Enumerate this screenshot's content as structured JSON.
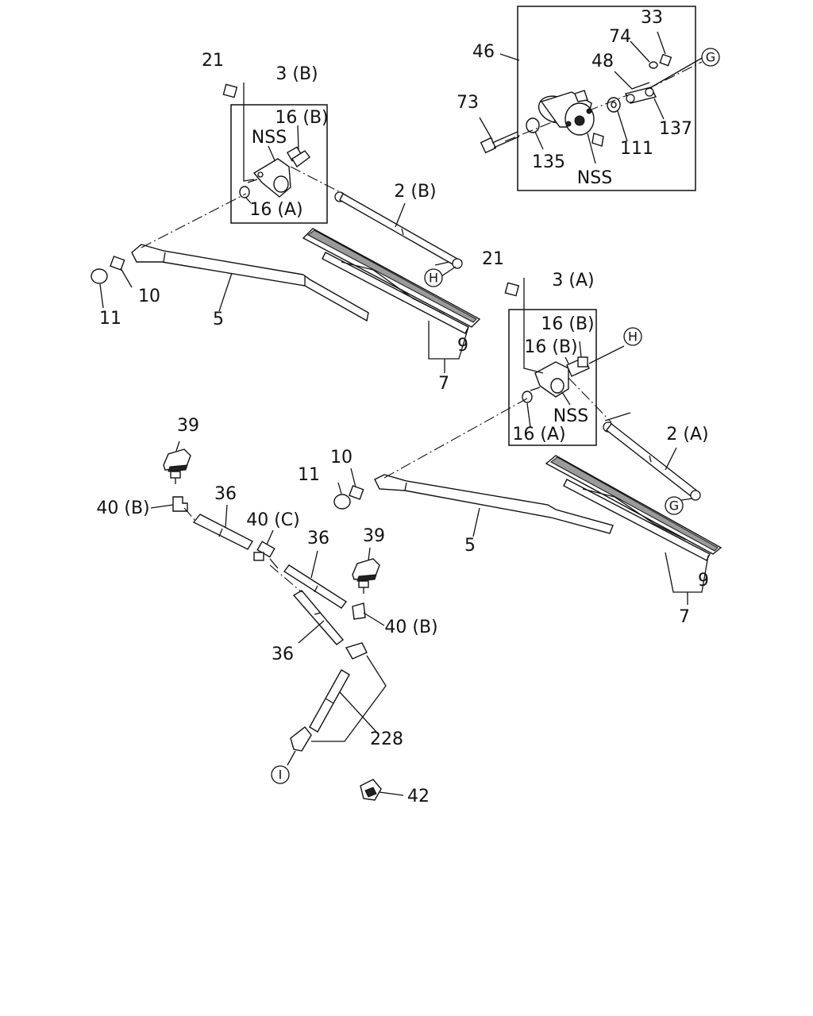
{
  "labels": [
    {
      "id": "l21a",
      "text": "21"
    },
    {
      "id": "l3b",
      "text": "3 (B)"
    },
    {
      "id": "l16b_top",
      "text": "16 (B)"
    },
    {
      "id": "lnss_top",
      "text": "NSS"
    },
    {
      "id": "l16a_top",
      "text": "16 (A)"
    },
    {
      "id": "l2b",
      "text": "2 (B)"
    },
    {
      "id": "l11a",
      "text": "11"
    },
    {
      "id": "l10a",
      "text": "10"
    },
    {
      "id": "l5a",
      "text": "5"
    },
    {
      "id": "l9a",
      "text": "9"
    },
    {
      "id": "l7a",
      "text": "7"
    },
    {
      "id": "l46",
      "text": "46"
    },
    {
      "id": "l33",
      "text": "33"
    },
    {
      "id": "l74",
      "text": "74"
    },
    {
      "id": "l48",
      "text": "48"
    },
    {
      "id": "l73",
      "text": "73"
    },
    {
      "id": "l135",
      "text": "135"
    },
    {
      "id": "lnss_motor",
      "text": "NSS"
    },
    {
      "id": "l111",
      "text": "111"
    },
    {
      "id": "l137",
      "text": "137"
    },
    {
      "id": "l21b",
      "text": "21"
    },
    {
      "id": "l3a",
      "text": "3 (A)"
    },
    {
      "id": "l16b_r1",
      "text": "16 (B)"
    },
    {
      "id": "l16b_r2",
      "text": "16 (B)"
    },
    {
      "id": "lnss_r",
      "text": "NSS"
    },
    {
      "id": "l16a_r",
      "text": "16 (A)"
    },
    {
      "id": "l2a",
      "text": "2 (A)"
    },
    {
      "id": "l11b",
      "text": "11"
    },
    {
      "id": "l10b",
      "text": "10"
    },
    {
      "id": "l5b",
      "text": "5"
    },
    {
      "id": "l9b",
      "text": "9"
    },
    {
      "id": "l7b",
      "text": "7"
    },
    {
      "id": "l39a",
      "text": "39"
    },
    {
      "id": "l40b_a",
      "text": "40 (B)"
    },
    {
      "id": "l36a",
      "text": "36"
    },
    {
      "id": "l40c",
      "text": "40 (C)"
    },
    {
      "id": "l36b",
      "text": "36"
    },
    {
      "id": "l39b",
      "text": "39"
    },
    {
      "id": "l40b_b",
      "text": "40 (B)"
    },
    {
      "id": "l36c",
      "text": "36"
    },
    {
      "id": "l228",
      "text": "228"
    },
    {
      "id": "l42",
      "text": "42"
    }
  ],
  "markers": [
    {
      "id": "mG1",
      "text": "G"
    },
    {
      "id": "mH1",
      "text": "H"
    },
    {
      "id": "mH2",
      "text": "H"
    },
    {
      "id": "mG2",
      "text": "G"
    },
    {
      "id": "mI",
      "text": "I"
    }
  ]
}
